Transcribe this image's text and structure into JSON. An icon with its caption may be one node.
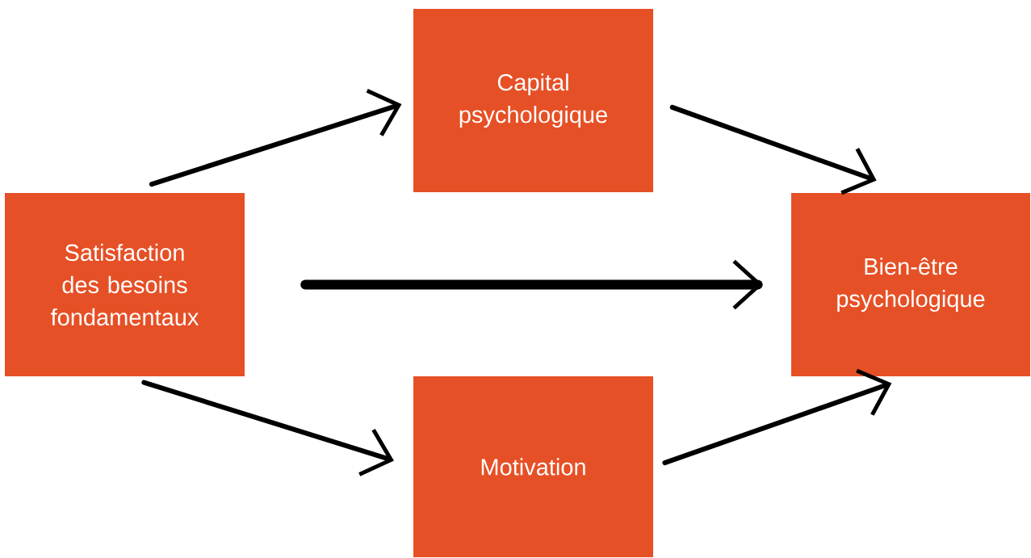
{
  "diagram": {
    "nodes": [
      {
        "text": [
          "Satisfaction des besoins fondamentaux"
        ]
      },
      {
        "text": [
          "Capital psychologique"
        ]
      },
      {
        "text": [
          "Bien-être psychologique"
        ]
      },
      {
        "text": [
          "Motivation"
        ]
      }
    ],
    "edges": [
      {
        "from": 0,
        "to": 1,
        "arrow": "to"
      },
      {
        "from": 1,
        "to": 2,
        "arrow": "to"
      },
      {
        "from": 0,
        "to": 2,
        "arrow": "to",
        "style": "thick"
      },
      {
        "from": 0,
        "to": 3,
        "arrow": "to"
      },
      {
        "from": 3,
        "to": 2,
        "arrow": "to"
      }
    ]
  }
}
